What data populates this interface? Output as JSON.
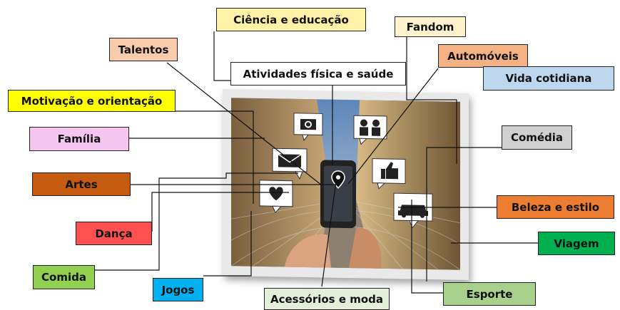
{
  "colors": {
    "ciencia": "#fff2a8",
    "fandom": "#fff2cc",
    "talentos": "#f8cbad",
    "automoveis": "#f4b183",
    "atividades": "#ffffff",
    "vida": "#bdd7ee",
    "motivacao": "#ffff00",
    "familia": "#f5c6f0",
    "comedia": "#d0d0d0",
    "artes": "#c55a11",
    "beleza": "#ed7d31",
    "danca": "#ff5050",
    "viagem": "#00b050",
    "comida": "#92d050",
    "jogos": "#00b0f0",
    "acessorios": "#e2efda",
    "esporte": "#a9d18e"
  },
  "labels": {
    "ciencia": "Ciência e educação",
    "fandom": "Fandom",
    "talentos": "Talentos",
    "automoveis": "Automóveis",
    "atividades": "Atividades física e saúde",
    "vida": "Vida cotidiana",
    "motivacao": "Motivação e orientação",
    "familia": "Família",
    "comedia": "Comédia",
    "artes": "Artes",
    "beleza": "Beleza e estilo",
    "danca": "Dança",
    "viagem": "Viagem",
    "comida": "Comida",
    "jogos": "Jogos",
    "acessorios": "Acessórios e moda",
    "esporte": "Esporte"
  },
  "photo": {
    "icons": [
      "camera-icon",
      "people-icon",
      "envelope-icon",
      "thumbs-up-icon",
      "heart-icon",
      "location-pin-icon",
      "car-icon",
      "smartphone-icon"
    ]
  }
}
